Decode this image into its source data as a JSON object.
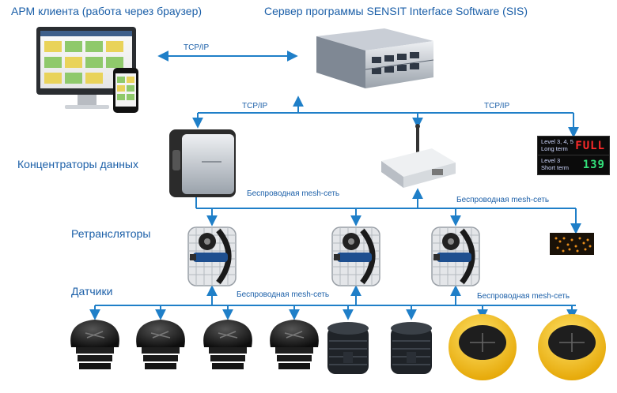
{
  "labels": {
    "client": "АРМ клиента (работа через браузер)",
    "server": "Сервер программы SENSIT Interface Software (SIS)",
    "concentrators": "Концентраторы данных",
    "repeaters": "Ретрансляторы",
    "sensors": "Датчики"
  },
  "links": {
    "tcp_client": "TCP/IP",
    "tcp_left": "TCP/IP",
    "tcp_right": "TCP/IP",
    "mesh_1": "Беспроводная mesh-сеть",
    "mesh_2": "Беспроводная mesh-сеть",
    "mesh_3": "Беспроводная mesh-сеть",
    "mesh_4": "Беспроводная mesh-сеть"
  },
  "display_board": {
    "row1_label_line1": "Level 3, 4, 5",
    "row1_label_line2": "Long term",
    "row1_value": "FULL",
    "row2_label_line1": "Level 3",
    "row2_label_line2": "Short term",
    "row2_value": "139"
  },
  "colors": {
    "text_blue": "#1b5fa8",
    "line_blue": "#1f7fc8",
    "full_red": "#ff2a2a",
    "digits_green": "#33e07a",
    "sensor_black": "#1c1c1c",
    "sensor_yellow": "#f2b705"
  }
}
